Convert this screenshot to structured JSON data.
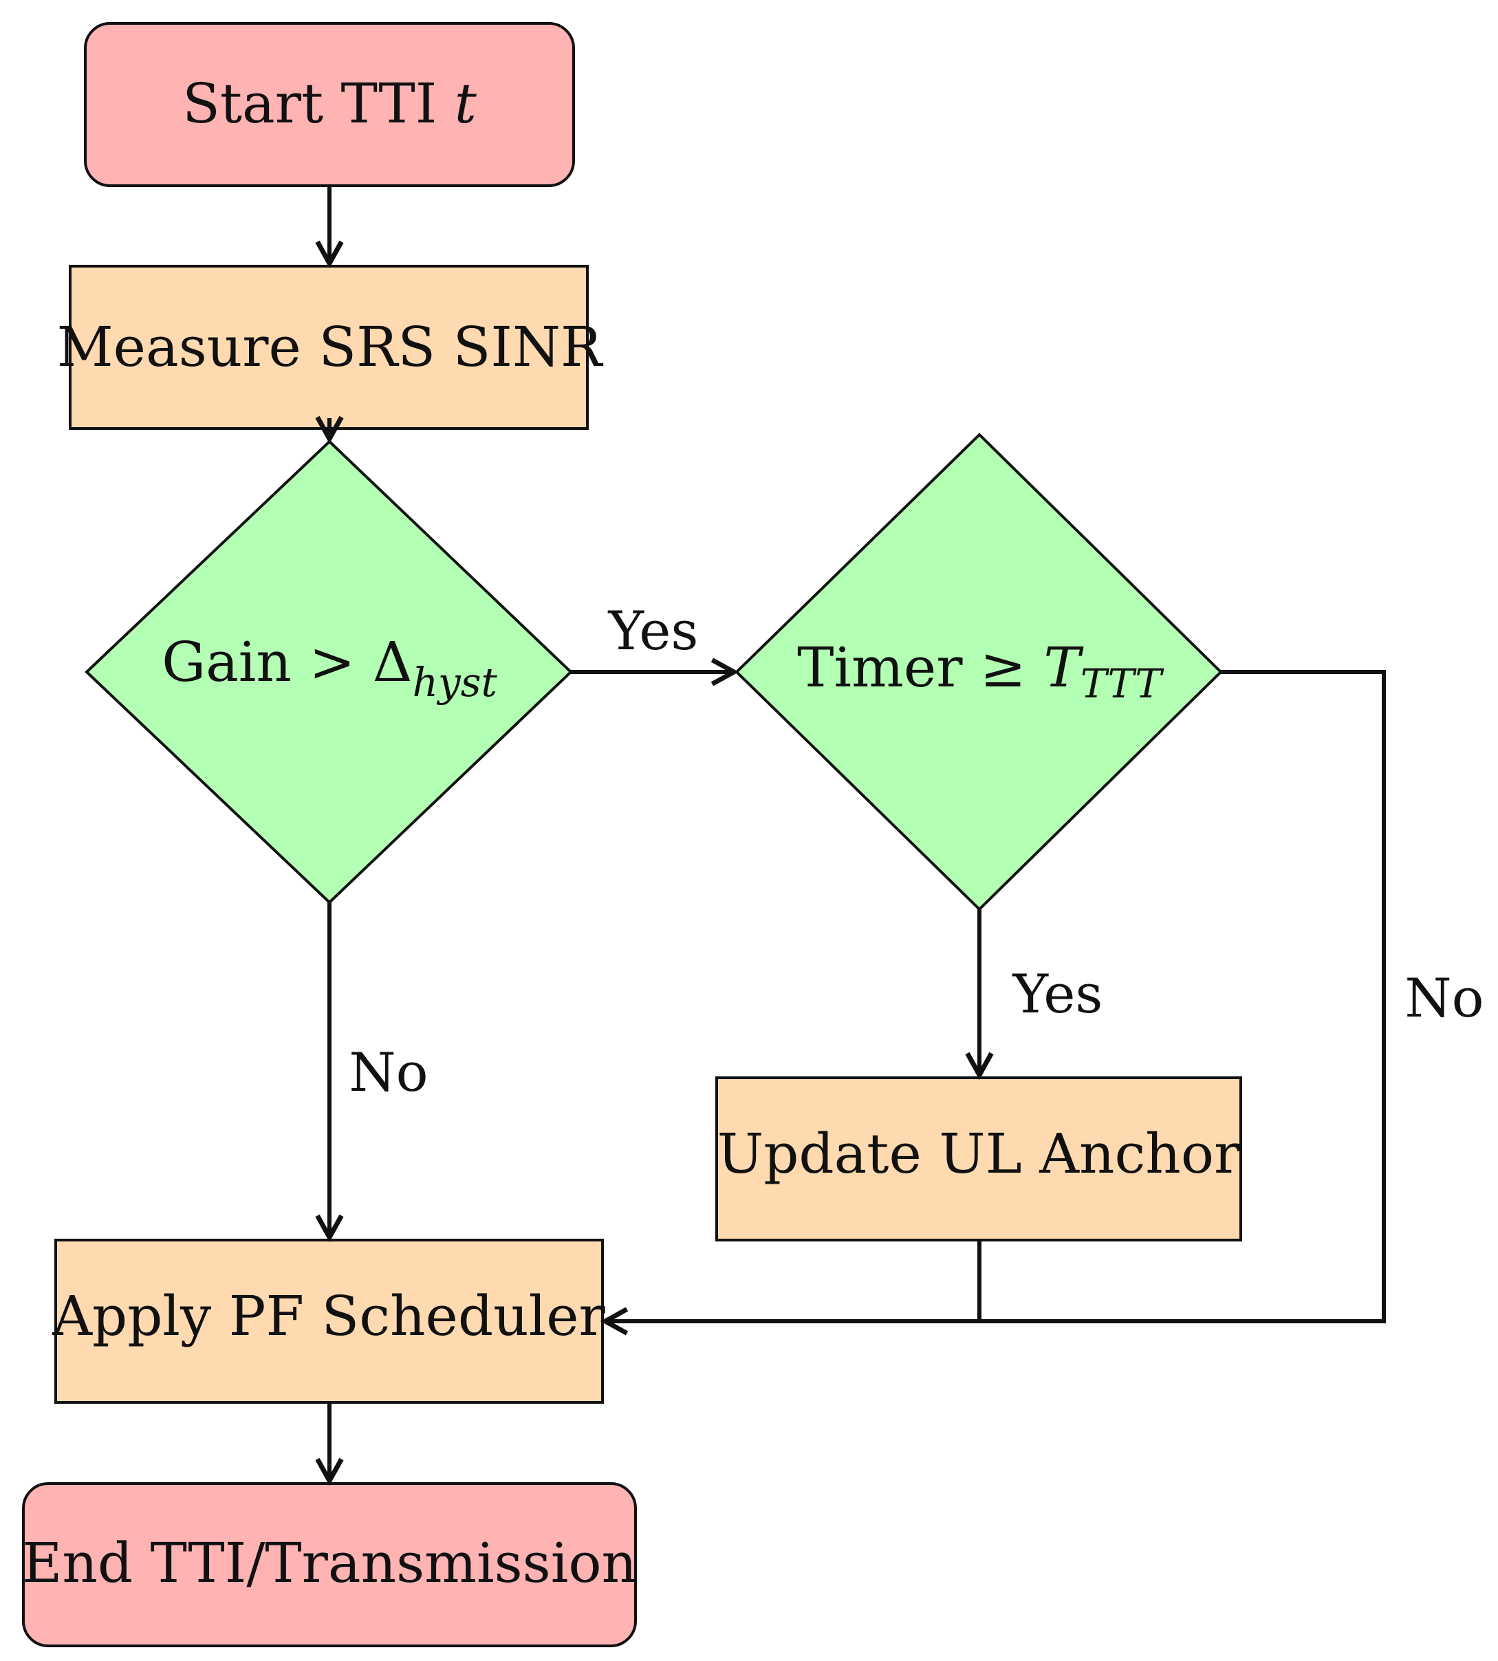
{
  "colors": {
    "terminal": "#ffb3b3",
    "process": "#ffdab0",
    "decision": "#b3ffb3",
    "line": "#111111"
  },
  "nodes": {
    "start": {
      "text": "Start TTI ",
      "var": "t"
    },
    "measure": {
      "text": "Measure SRS SINR"
    },
    "gain": {
      "text": "Gain > Δ",
      "sub": "hyst"
    },
    "timer": {
      "text": "Timer ≥ ",
      "var": "T",
      "sub": "TTT"
    },
    "update": {
      "text": "Update UL Anchor"
    },
    "apply": {
      "text": "Apply PF Scheduler"
    },
    "end": {
      "text": "End TTI/Transmission"
    }
  },
  "edges": {
    "gain_yes": "Yes",
    "gain_no": "No",
    "timer_yes": "Yes",
    "timer_no": "No"
  }
}
